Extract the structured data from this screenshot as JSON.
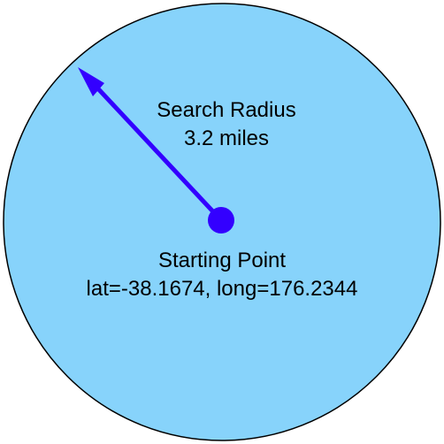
{
  "search_radius": {
    "title": "Search Radius",
    "value": "3.2 miles"
  },
  "starting_point": {
    "title": "Starting Point",
    "coordinates": "lat=-38.1674, long=176.2344"
  },
  "colors": {
    "circle_fill": "#87d3fb",
    "circle_stroke": "#000000",
    "arrow": "#3300ff",
    "point": "#3300ff"
  }
}
